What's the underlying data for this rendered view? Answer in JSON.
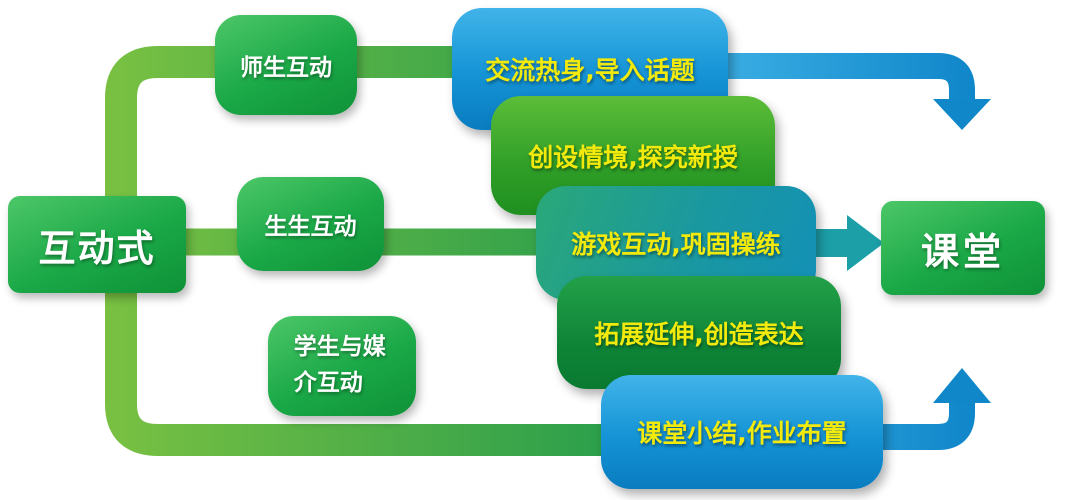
{
  "root": {
    "label": "互动式"
  },
  "target": {
    "label": "课堂"
  },
  "interactions": [
    {
      "label": "师生互动"
    },
    {
      "label": "生生互动"
    },
    {
      "label": "学生与媒介互动"
    }
  ],
  "stages": [
    {
      "label": "交流热身,导入话题",
      "color": "#1493d5"
    },
    {
      "label": "创设情境,探究新授",
      "color": "#2f9e27"
    },
    {
      "label": "游戏互动,巩固操练",
      "color": "#1a98a0"
    },
    {
      "label": "拓展延伸,创造表达",
      "color": "#0d8336"
    },
    {
      "label": "课堂小结,作业布置",
      "color": "#1493d5"
    }
  ],
  "colors": {
    "green_node": "#1aa847",
    "blue_stage": "#1493d5",
    "teal_stage": "#1a98a0",
    "dark_green_stage": "#0d8336",
    "yellow_text": "#f2ea0c",
    "white_text": "#ffffff",
    "green_arrow": "#3faa4e",
    "blue_arrow": "#1693d3",
    "teal_arrow": "#1d9fa8"
  }
}
